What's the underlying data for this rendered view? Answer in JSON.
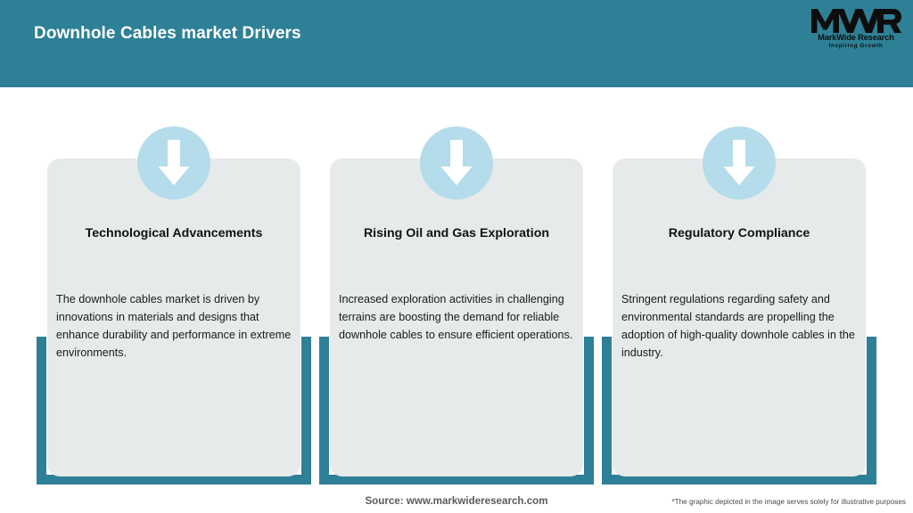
{
  "header": {
    "title": "Downhole Cables market Drivers",
    "background_color": "#2e8096",
    "title_color": "#ffffff"
  },
  "logo": {
    "mark_text": "MWR",
    "company_name": "MarkWide Research",
    "tagline": "Inspiring Growth"
  },
  "theme": {
    "accent_color": "#2e8096",
    "card_background": "#e7eaeb",
    "icon_circle_color": "#b4dcea",
    "icon_arrow_color": "#ffffff"
  },
  "cards": [
    {
      "icon": "arrow-down-icon",
      "title": "Technological Advancements",
      "body": "The downhole cables market is driven by innovations in materials and designs that enhance durability and performance in extreme environments."
    },
    {
      "icon": "arrow-down-icon",
      "title": "Rising Oil and Gas Exploration",
      "body": "Increased exploration activities in challenging terrains are boosting the demand for reliable downhole cables to ensure efficient operations."
    },
    {
      "icon": "arrow-down-icon",
      "title": "Regulatory Compliance",
      "body": "Stringent regulations regarding safety and environmental standards are propelling the adoption of high-quality downhole cables in the industry."
    }
  ],
  "footer": {
    "source": "Source: www.markwideresearch.com",
    "disclaimer": "*The graphic depicted in the image serves solely for illustrative purposes"
  }
}
